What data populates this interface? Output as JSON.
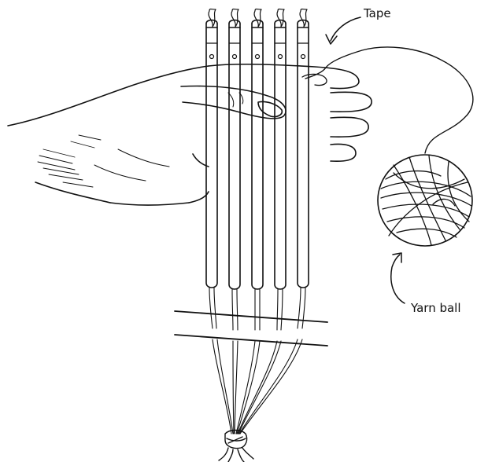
{
  "labels": {
    "tape": "Tape",
    "yarn_ball": "Yarn ball"
  },
  "colors": {
    "ink": "#111111",
    "paper": "#ffffff"
  },
  "counts": {
    "sticks": 5
  }
}
